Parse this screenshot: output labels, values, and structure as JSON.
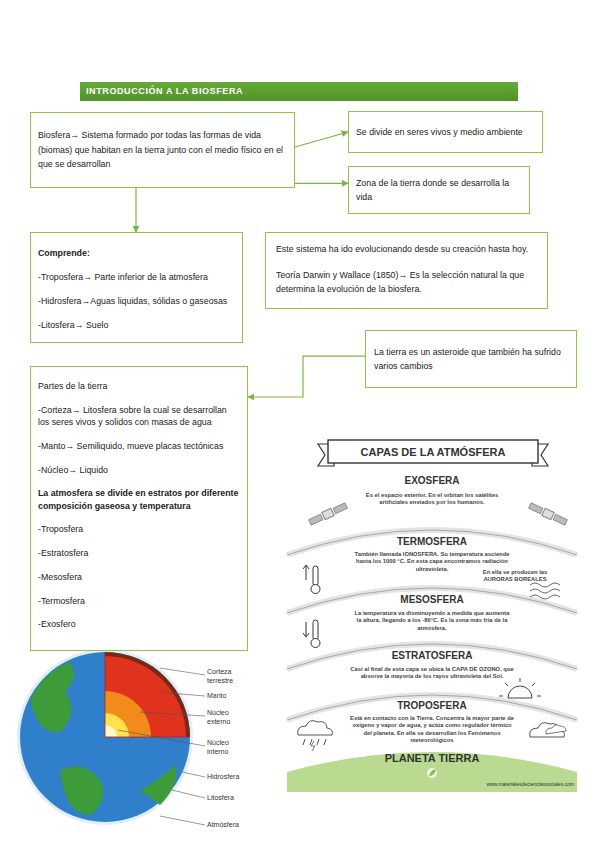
{
  "diagram": {
    "title": "INTRODUCCIÓN A LA BIOSFERA",
    "nodes": [
      {
        "text": [
          "Biosfera→ Sistema formado por todas las formas de vida (biomas) que habitan en la tierra junto con el medio físico en el que se desarrollan"
        ]
      },
      {
        "text": [
          "Se divide en seres vivos y medio ambiente"
        ]
      },
      {
        "text": [
          "Zona de la tierra donde se desarrolla la vida"
        ]
      },
      {
        "text": [
          "Comprende:",
          "-Troposfera→ Parte inferior de la atmosfera",
          "-Hidrosfera→Aguas liquidas, sólidas o gaseosas",
          "-Litosfera→ Suelo"
        ]
      },
      {
        "text": [
          "Este sistema ha ido evolucionando desde su creación hasta hoy.",
          "Teoría Darwin y Wallace (1850)→ Es la selección natural la que determina la evolución de la biosfera."
        ]
      },
      {
        "text": [
          "La tierra es un asteroide que también ha sufrido varios cambios"
        ]
      },
      {
        "text": [
          "Partes de la tierra",
          "-Corteza→ Litosfera sobre la cual se desarrollan los seres vivos y solidos con masas de agua",
          "-Manto→ Semiliquido, mueve placas tectónicas",
          "-Núcleo→ Liquido",
          "La atmosfera se divide en estratos por diferente composición gaseosa y temperatura",
          "-Troposfera",
          "-Estratosfera",
          "-Mesosfera",
          "-Termosfera",
          "-Exosfero"
        ]
      }
    ],
    "edges": [
      {
        "from": 0,
        "to": 1,
        "arrow": "to"
      },
      {
        "from": 0,
        "to": 2,
        "arrow": "to"
      },
      {
        "from": 0,
        "to": 3,
        "arrow": "to"
      },
      {
        "from": 5,
        "to": 6,
        "arrow": "to"
      }
    ],
    "labels": [
      "CAPAS DE LA ATMÓSFERA",
      "EXOSFERA",
      "Es el espacio exterior. En el orbitan los satélites artificiales enviados por los humanos.",
      "TERMOSFERA",
      "También llamada IONOSFERA. Su temperatura asciende hasta los 1000 °C. En esta capa encontramos radiación ultravioleta.",
      "En ella se producen las AURORAS BOREALES",
      "MESOSFERA",
      "La temperatura va disminuyendo a medida que aumenta la altura, llegando a los -80°C. Es la zona más fría de la atmósfera.",
      "ESTRATOSFERA",
      "Casi al final de esta capa se ubica la CAPA DE OZONO, que absorve la mayoría de los rayos ultravioleta del Sol.",
      "TROPOSFERA",
      "Está en contacto con la Tierra. Concentra la mayor parte de oxígeno y vapor de agua, y actúa como regulador térmico del planeta. En ella se desarrollan los Fenómenos meteorológicos",
      "PLANETA TIERRA",
      "www.materialesdecienciassociales.com",
      "Corteza terrestre",
      "Manto",
      "Núcleo externo",
      "Núcleo interno",
      "Hidrosfera",
      "Litosfera",
      "Atmósfera"
    ]
  }
}
